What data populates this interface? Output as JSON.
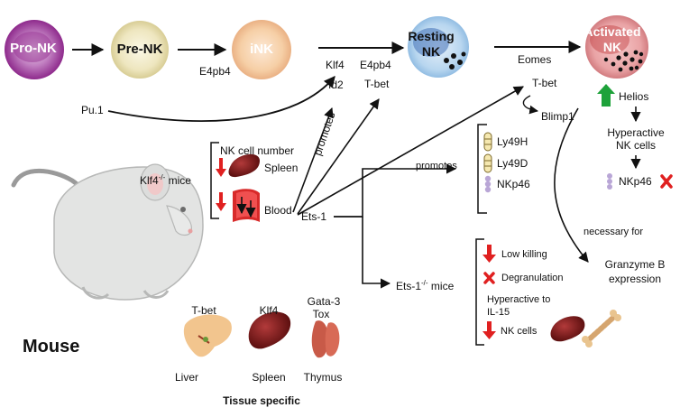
{
  "cells": {
    "pro_nk": "Pro-NK",
    "pre_nk": "Pre-NK",
    "ink": "iNK",
    "resting_nk": [
      "Resting",
      "NK"
    ],
    "activated_nk": [
      "Activated",
      "NK"
    ]
  },
  "factors": {
    "e4pb4_ink": "E4pb4",
    "klf4": "Klf4",
    "id2": "Id2",
    "e4pb4_resting": "E4pb4",
    "tbet_resting": "T-bet",
    "eomes": "Eomes",
    "pu1": "Pu.1",
    "tbet_activated": "T-bet",
    "blimp1": "Blimp1",
    "helios": "Helios",
    "hyperactive_nk": [
      "Hyperactive",
      "NK cells"
    ],
    "nkp46_helios": "NKp46",
    "promotes_diagonal": "promotes",
    "promotes_receptors": "promotes",
    "necessary_for": "necessary for",
    "granzyme": [
      "Granzyme B",
      "expression"
    ],
    "ets1": "Ets-1"
  },
  "receptors": [
    "Ly49H",
    "Ly49D",
    "NKp46"
  ],
  "klf4_mice": {
    "label": "Klf4",
    "superscript": "-/-",
    "suffix": " mice",
    "header": "NK cell number",
    "spleen": "Spleen",
    "blood": "Blood"
  },
  "ets1_mice": {
    "label": "Ets-1",
    "superscript": "-/-",
    "suffix": " mice",
    "low_killing": "Low killing",
    "degranulation": "Degranulation",
    "hyperactive": [
      "Hyperactive to",
      "IL-15"
    ],
    "nk_cells": "NK cells"
  },
  "tissues": {
    "liver_factor": "T-bet",
    "spleen_factor": "Klf4",
    "thymus_factor": [
      "Gata-3",
      "Tox"
    ],
    "liver": "Liver",
    "spleen": "Spleen",
    "thymus": "Thymus",
    "footer": "Tissue specific"
  },
  "mouse_label": "Mouse",
  "colors": {
    "pro_nk": "#8e2a8c",
    "pre_nk": "#e8e2b8",
    "ink": "#f3c9a0",
    "resting_nk": "#a9cdea",
    "activated_nk": "#e8a4a6",
    "green_arrow": "#1ea23a",
    "red_arrow": "#e02020",
    "spleen_organ": "#7a1c1c"
  },
  "icons": [
    "mouse-illustration",
    "spleen-organ",
    "blood-vessel",
    "liver-organ",
    "thymus-organ",
    "bone",
    "red-down-arrow",
    "red-x-mark",
    "green-up-arrow"
  ]
}
